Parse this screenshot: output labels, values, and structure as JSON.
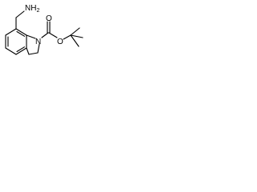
{
  "molecule": {
    "labels": {
      "amine": "NH",
      "amine_subscript": "2",
      "ring_nitrogen": "N",
      "carbonyl_oxygen": "O",
      "ester_oxygen": "O"
    }
  }
}
